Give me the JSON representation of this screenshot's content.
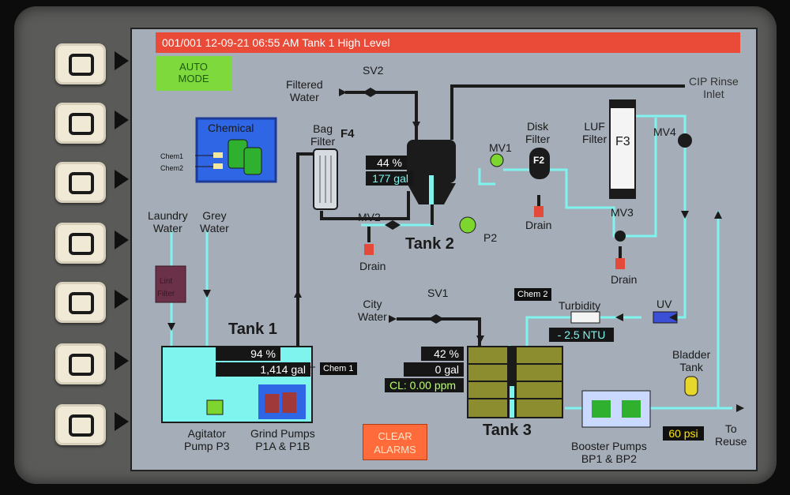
{
  "header": {
    "title": "001/001 12-09-21 06:55 AM  Tank 1 High Level"
  },
  "buttons": {
    "auto_mode": [
      "AUTO",
      "MODE"
    ],
    "clear_alarms": [
      "CLEAR",
      "ALARMS"
    ]
  },
  "chemical": {
    "title": "Chemical",
    "chem1": "Chem1",
    "chem2": "Chem2"
  },
  "labels": {
    "filtered_water": [
      "Filtered",
      "Water"
    ],
    "sv2": "SV2",
    "cip_rinse_inlet": [
      "CIP Rinse",
      "Inlet"
    ],
    "bag_filter": [
      "Bag",
      "Filter"
    ],
    "f4": "F4",
    "mv1": "MV1",
    "disk_filter": [
      "Disk",
      "Filter"
    ],
    "f2": "F2",
    "luf_filter": [
      "LUF",
      "Filter"
    ],
    "f3": "F3",
    "mv4": "MV4",
    "laundry_water": [
      "Laundry",
      "Water"
    ],
    "grey_water": [
      "Grey",
      "Water"
    ],
    "lint_filter": [
      "Lint",
      "Filter"
    ],
    "mv2": "MV2",
    "drain": "Drain",
    "p2": "P2",
    "tank2": "Tank 2",
    "mv3": "MV3",
    "tank1": "Tank 1",
    "city_water": [
      "City",
      "Water"
    ],
    "sv1": "SV1",
    "chem2_tag": "Chem 2",
    "turbidity": "Turbidity",
    "uv": "UV",
    "chem1_tag": "Chem 1",
    "bladder_tank": [
      "Bladder",
      "Tank"
    ],
    "agitator_pump": [
      "Agitator",
      "Pump P3"
    ],
    "grind_pumps": [
      "Grind Pumps",
      "P1A & P1B"
    ],
    "tank3": "Tank 3",
    "booster_pumps": [
      "Booster Pumps",
      "BP1 & BP2"
    ],
    "to_reuse": [
      "To",
      "Reuse"
    ]
  },
  "readings": {
    "tank2_level": "44 %",
    "tank2_volume": "177 gal",
    "tank1_level": "94 %",
    "tank1_volume": "1,414 gal",
    "tank3_level": "42 %",
    "tank3_volume": "0 gal",
    "tank3_chlorine": "CL: 0.00 ppm",
    "turbidity": "- 2.5 NTU",
    "pressure": "60 psi"
  },
  "levels": {
    "tank1": 0.94,
    "tank2": 0.44,
    "tank3": 0.42
  },
  "colors": {
    "alarm_bar": "#ea4a38",
    "water": "#7ff3ee",
    "pipe_dark": "#1b1b1b",
    "auto_mode": "#7ed93c",
    "clear_alarms": "#ff6b3a"
  }
}
